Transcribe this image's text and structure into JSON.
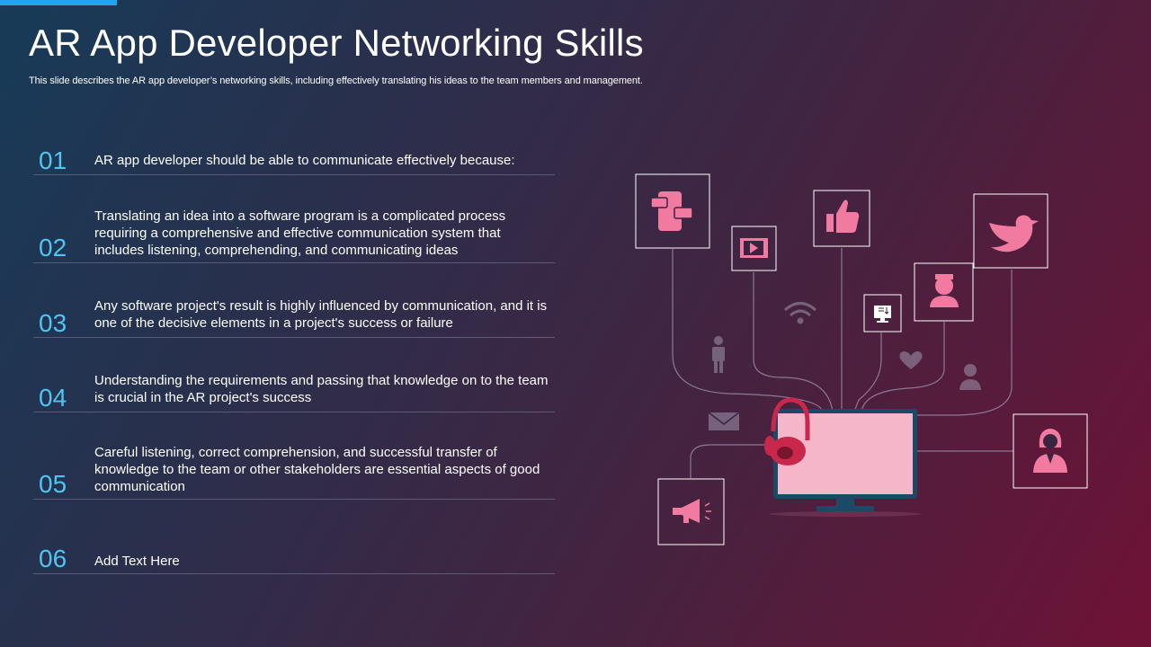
{
  "header": {
    "title": "AR App Developer Networking Skills",
    "subtitle": "This slide describes the AR app developer’s networking skills, including effectively translating his ideas to the team members and management."
  },
  "points": [
    {
      "number": "01",
      "text": "AR app developer should be able to communicate effectively because:"
    },
    {
      "number": "02",
      "text": "Translating an idea into a software program is a complicated process requiring a comprehensive and effective communication system that includes listening, comprehending, and communicating ideas"
    },
    {
      "number": "03",
      "text": "Any software project's result is highly influenced by communication, and it is one of the decisive elements in a project's success or failure"
    },
    {
      "number": "04",
      "text": "Understanding the requirements and passing that knowledge on to the team is crucial in the AR project's success"
    },
    {
      "number": "05",
      "text": "Careful listening, correct comprehension, and successful transfer of knowledge to the team or other stakeholders are essential aspects of good communication"
    },
    {
      "number": "06",
      "text": "Add Text Here"
    }
  ],
  "diagram": {
    "icons": [
      "chat-phone-icon",
      "video-icon",
      "thumbs-up-icon",
      "twitter-bird-icon",
      "user-avatar-icon",
      "monitor-download-icon",
      "wifi-icon",
      "person-icon",
      "heart-icon",
      "user-small-icon",
      "mail-icon",
      "headphones-icon",
      "megaphone-icon",
      "businesswoman-icon"
    ],
    "colors": {
      "accent": "#f07aa0",
      "monitor_screen": "#f4b6c8",
      "monitor_frame": "#1c4a66",
      "headphones": "#c9284c",
      "lines": "#9a90a8"
    }
  }
}
